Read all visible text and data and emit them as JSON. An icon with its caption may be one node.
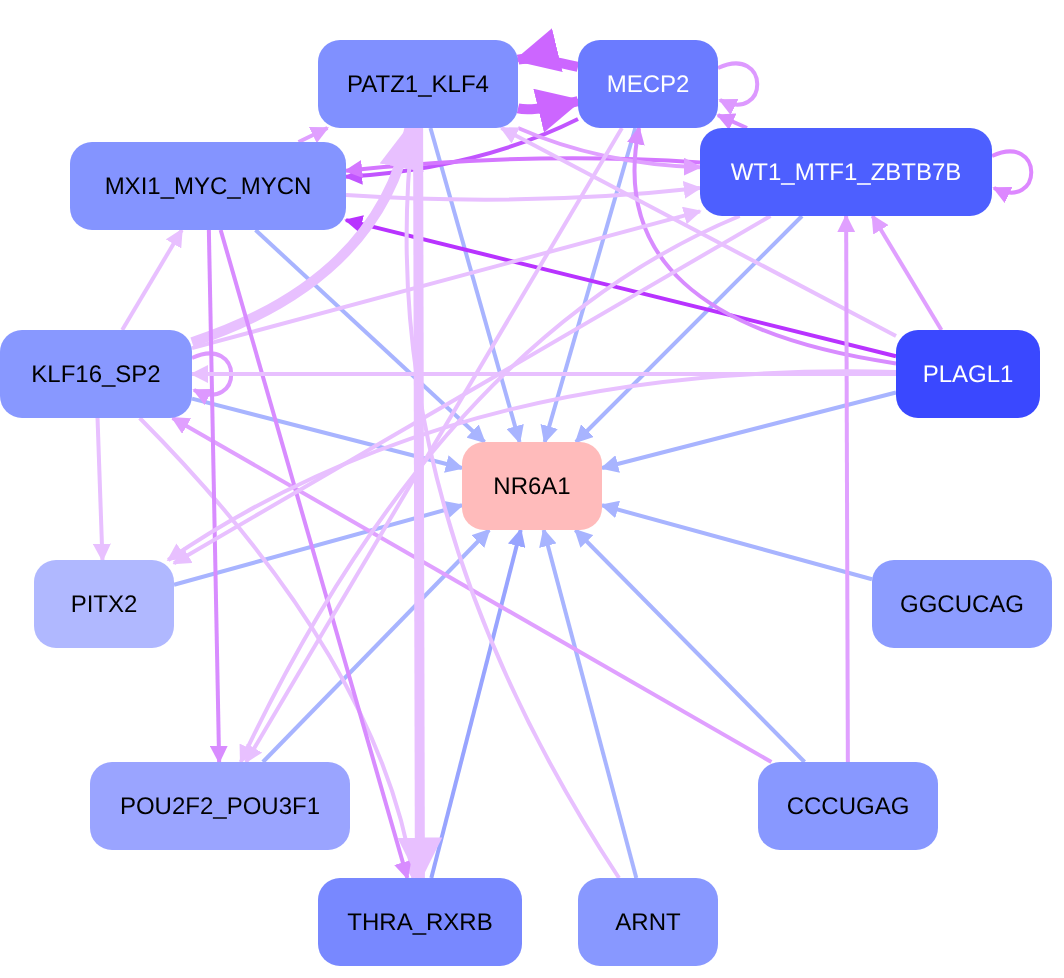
{
  "diagram": {
    "nodes": [
      {
        "text": [
          "PATZ1_KLF4"
        ]
      },
      {
        "text": [
          "MECP2"
        ]
      },
      {
        "text": [
          "MXI1_MYC_MYCN"
        ]
      },
      {
        "text": [
          "WT1_MTF1_ZBTB7B"
        ]
      },
      {
        "text": [
          "KLF16_SP2"
        ]
      },
      {
        "text": [
          "PLAGL1"
        ]
      },
      {
        "text": [
          "NR6A1"
        ]
      },
      {
        "text": [
          "PITX2"
        ]
      },
      {
        "text": [
          "GGCUCAG"
        ]
      },
      {
        "text": [
          "POU2F2_POU3F1"
        ]
      },
      {
        "text": [
          "CCCUGAG"
        ]
      },
      {
        "text": [
          "THRA_RXRB"
        ]
      },
      {
        "text": [
          "ARNT"
        ]
      }
    ],
    "edges": [
      {
        "from": 0,
        "to": 6,
        "arrow": "to",
        "color": "#a8b4ff"
      },
      {
        "from": 1,
        "to": 6,
        "arrow": "to",
        "color": "#a8b4ff"
      },
      {
        "from": 2,
        "to": 6,
        "arrow": "to",
        "color": "#a8b4ff"
      },
      {
        "from": 3,
        "to": 6,
        "arrow": "to",
        "color": "#a8b4ff"
      },
      {
        "from": 4,
        "to": 6,
        "arrow": "to",
        "color": "#a8b4ff"
      },
      {
        "from": 5,
        "to": 6,
        "arrow": "to",
        "color": "#a8b4ff"
      },
      {
        "from": 7,
        "to": 6,
        "arrow": "to",
        "color": "#a8b4ff"
      },
      {
        "from": 8,
        "to": 6,
        "arrow": "to",
        "color": "#a8b4ff"
      },
      {
        "from": 9,
        "to": 6,
        "arrow": "to",
        "color": "#a8b4ff"
      },
      {
        "from": 10,
        "to": 6,
        "arrow": "to",
        "color": "#a8b4ff"
      },
      {
        "from": 11,
        "to": 6,
        "arrow": "to",
        "color": "#98a4ff"
      },
      {
        "from": 12,
        "to": 6,
        "arrow": "to",
        "color": "#a8b4ff"
      },
      {
        "from": 0,
        "to": 1,
        "arrow": "to",
        "style": "thick",
        "color": "#cc66ff"
      },
      {
        "from": 1,
        "to": 0,
        "arrow": "to",
        "style": "thick",
        "color": "#cc66ff"
      },
      {
        "from": 1,
        "to": 1,
        "arrow": "to",
        "color": "#dd99ff"
      },
      {
        "from": 3,
        "to": 3,
        "arrow": "to",
        "color": "#dd88ff"
      },
      {
        "from": 4,
        "to": 4,
        "arrow": "to",
        "color": "#dd99ff"
      },
      {
        "from": 1,
        "to": 2,
        "arrow": "to",
        "color": "#c155ff"
      },
      {
        "from": 5,
        "to": 2,
        "arrow": "to",
        "color": "#b833ff"
      },
      {
        "from": 3,
        "to": 2,
        "arrow": "to",
        "color": "#d477ff"
      },
      {
        "from": 2,
        "to": 3,
        "arrow": "to"
      },
      {
        "from": 0,
        "to": 3,
        "arrow": "to",
        "color": "#e0a0ff"
      },
      {
        "from": 3,
        "to": 1,
        "arrow": "to",
        "color": "#d88cff"
      },
      {
        "from": 5,
        "to": 1,
        "arrow": "to",
        "color": "#d88cff"
      },
      {
        "from": 5,
        "to": 3,
        "arrow": "to",
        "color": "#e0a0ff"
      },
      {
        "from": 2,
        "to": 0,
        "arrow": "to",
        "color": "#e0a0ff"
      },
      {
        "from": 5,
        "to": 0,
        "arrow": "to"
      },
      {
        "from": 4,
        "to": 2,
        "arrow": "to"
      },
      {
        "from": 4,
        "to": 0,
        "arrow": "to",
        "style": "thick"
      },
      {
        "from": 4,
        "to": 3,
        "arrow": "to"
      },
      {
        "from": 4,
        "to": 7,
        "arrow": "to"
      },
      {
        "from": 4,
        "to": 11,
        "arrow": "to"
      },
      {
        "from": 10,
        "to": 4,
        "arrow": "to",
        "color": "#e0a0ff"
      },
      {
        "from": 10,
        "to": 3,
        "arrow": "to",
        "color": "#e0a0ff"
      },
      {
        "from": 2,
        "to": 11,
        "arrow": "to",
        "color": "#d88cff"
      },
      {
        "from": 2,
        "to": 9,
        "arrow": "to",
        "color": "#d88cff"
      },
      {
        "from": 0,
        "to": 11,
        "arrow": "to",
        "style": "thick"
      },
      {
        "from": 3,
        "to": 7,
        "arrow": "to"
      },
      {
        "from": 3,
        "to": 9,
        "arrow": "to"
      },
      {
        "from": 1,
        "to": 9,
        "arrow": "to"
      },
      {
        "from": 5,
        "to": 4,
        "arrow": "to"
      },
      {
        "from": 5,
        "to": 7,
        "arrow": "to"
      },
      {
        "from": 12,
        "to": 0,
        "arrow": "to"
      }
    ]
  }
}
